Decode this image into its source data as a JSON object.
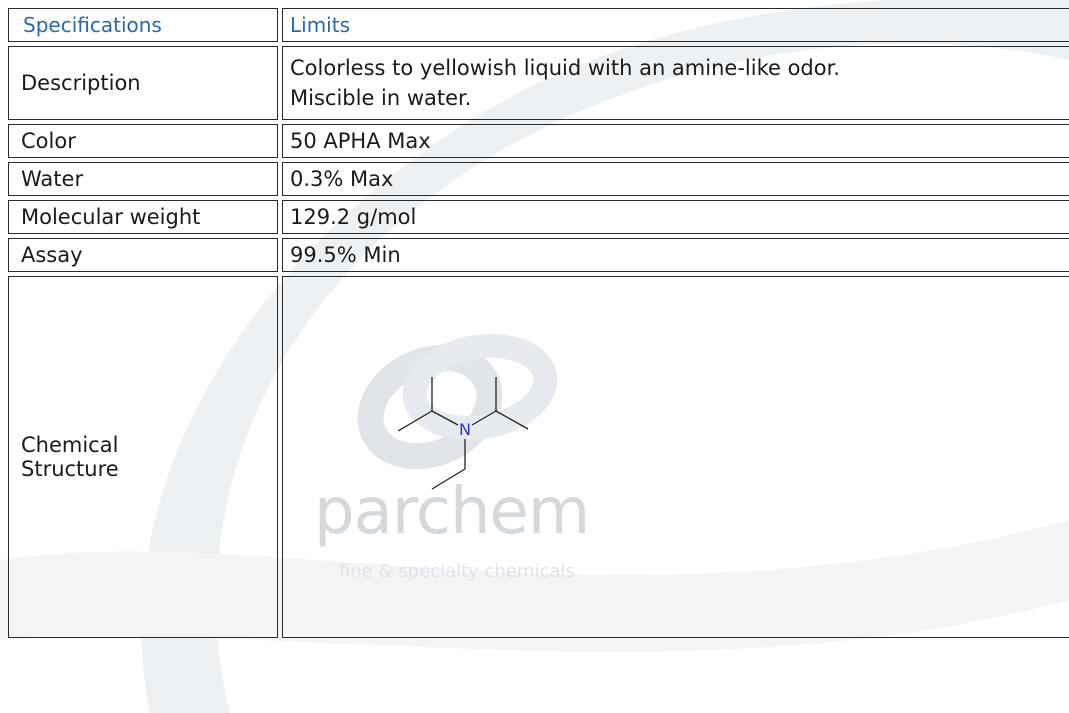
{
  "table": {
    "header": {
      "col1": "Specifications",
      "col2": "Limits"
    },
    "rows": [
      {
        "spec": "Description",
        "limit_line1": "Colorless to yellowish liquid with an amine-like odor.",
        "limit_line2": "Miscible in water."
      },
      {
        "spec": "Color",
        "limit": "50 APHA Max"
      },
      {
        "spec": "Water",
        "limit": "0.3% Max"
      },
      {
        "spec": "Molecular weight",
        "limit": "129.2 g/mol"
      },
      {
        "spec": "Assay",
        "limit": "99.5% Min"
      },
      {
        "spec_line1": "Chemical",
        "spec_line2": "Structure"
      }
    ]
  },
  "structure": {
    "atom_label": "N",
    "atom_color": "#3333cc"
  },
  "watermark": {
    "brand": "parchem",
    "tagline": "fine & specialty chemicals"
  },
  "colors": {
    "header_text": "#2a6aa8",
    "border": "#2a2a2a"
  }
}
